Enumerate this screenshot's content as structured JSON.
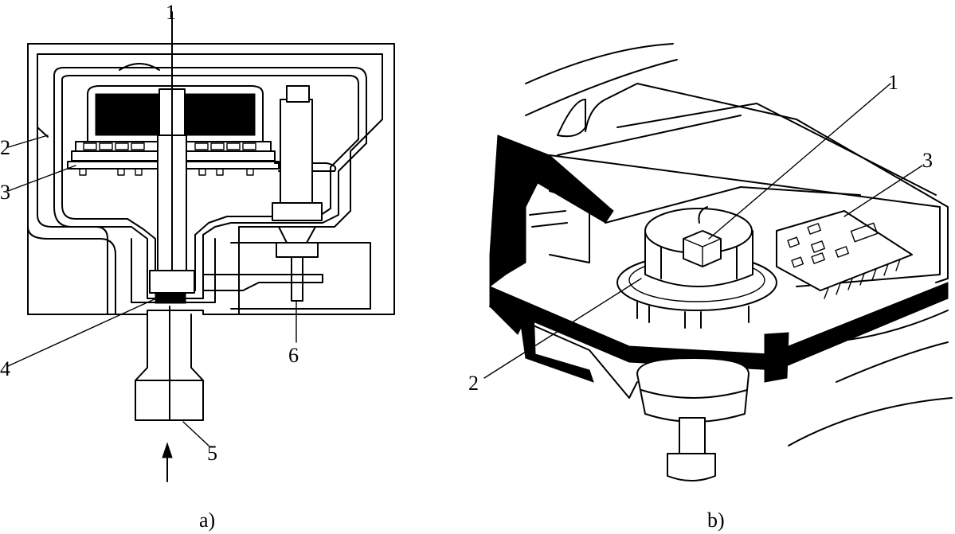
{
  "figure_a": {
    "caption": "a)",
    "labels": {
      "l1": "1",
      "l2": "2",
      "l3": "3",
      "l4": "4",
      "l5": "5",
      "l6": "6"
    }
  },
  "figure_b": {
    "caption": "b)",
    "labels": {
      "l1": "1",
      "l2": "2",
      "l3": "3"
    }
  },
  "colors": {
    "ink": "#000000",
    "paper": "#ffffff"
  }
}
